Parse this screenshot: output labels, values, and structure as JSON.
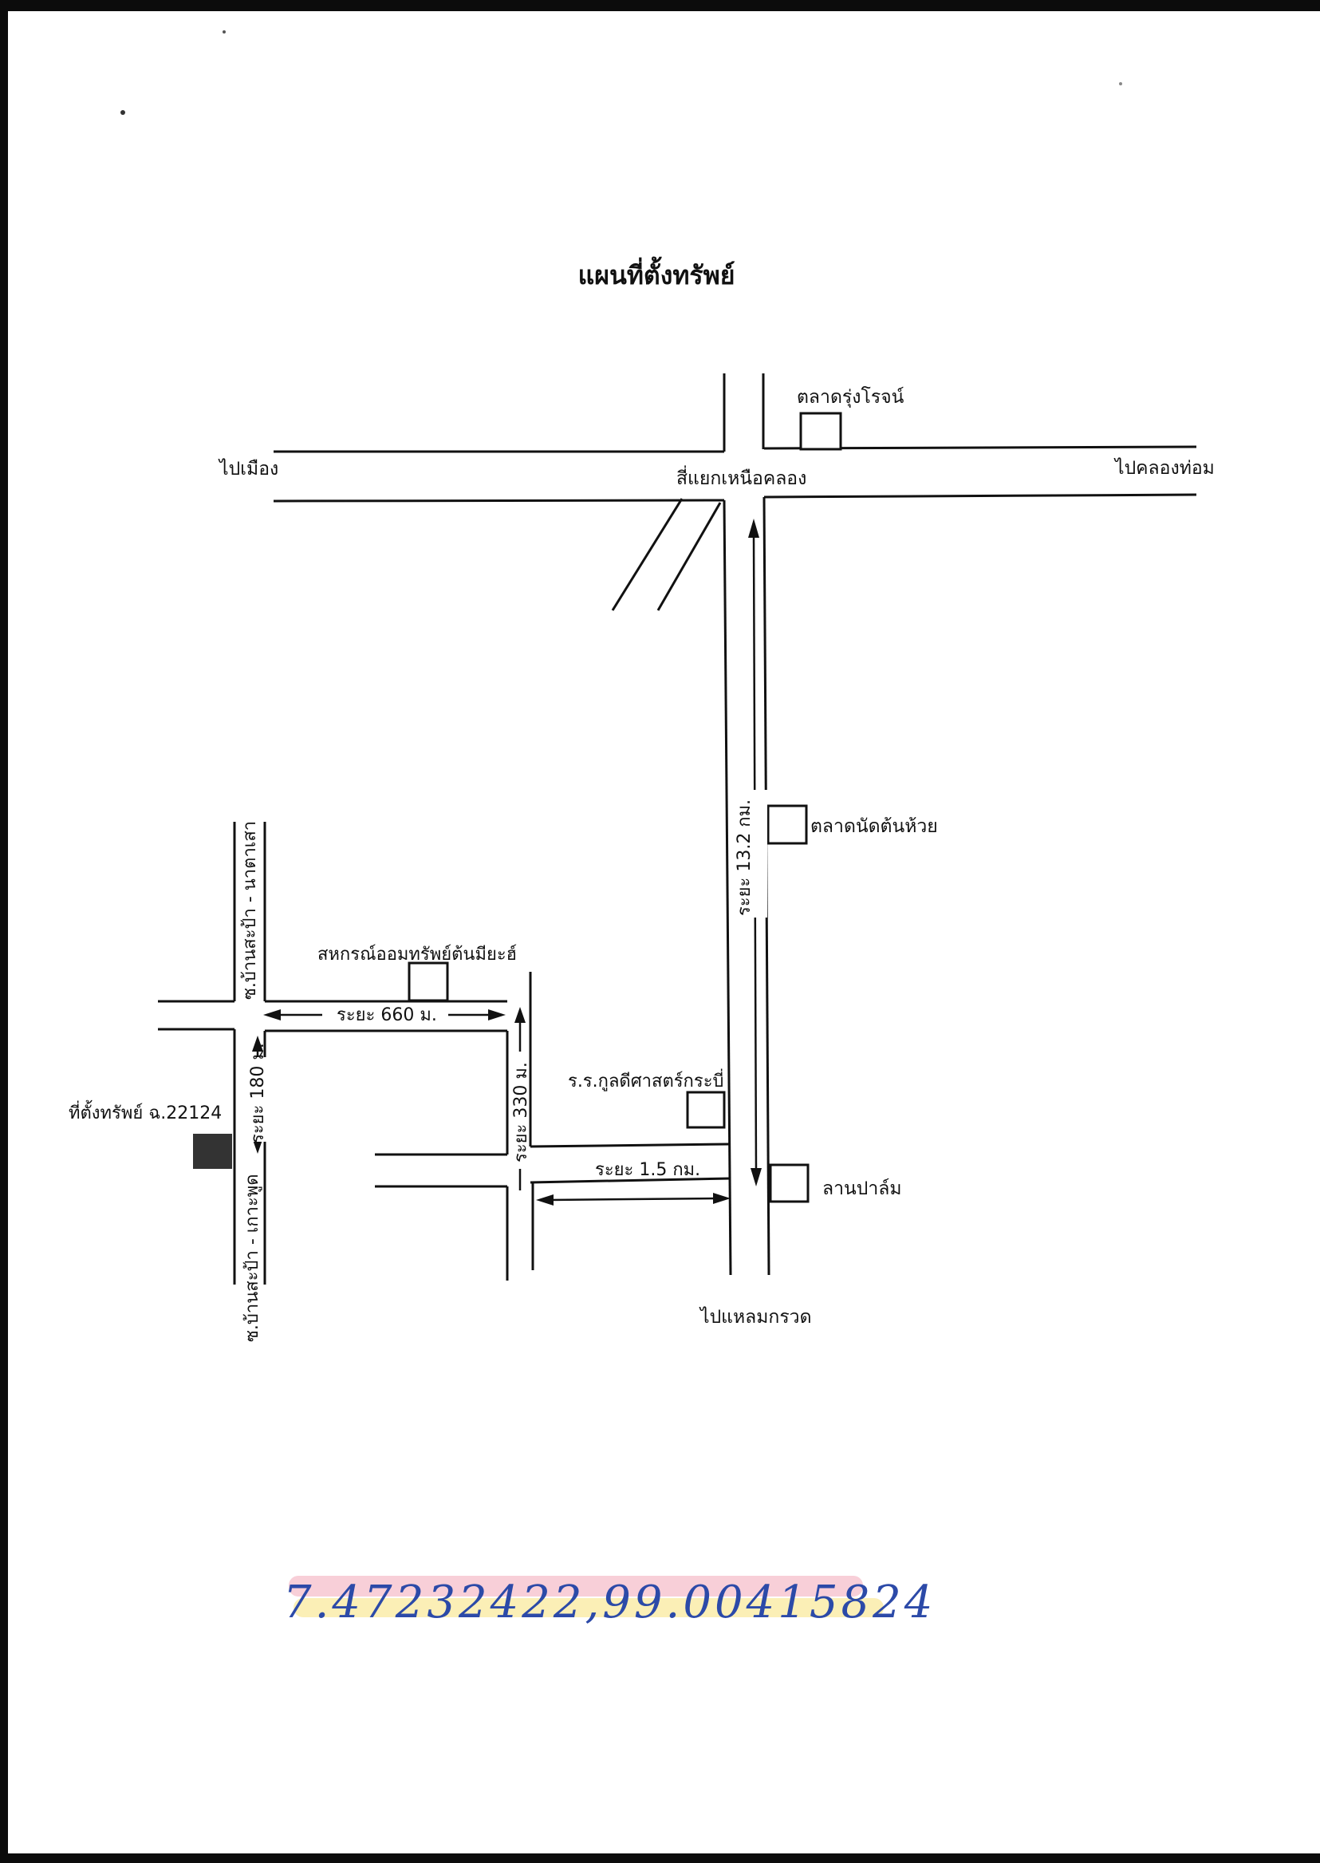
{
  "title": "แผนที่ตั้งทรัพย์",
  "roads": {
    "to_city": "ไปเมือง",
    "to_khlong_thom": "ไปคลองท่อม",
    "intersection": "สี่แยกเหนือคลอง",
    "to_laem_kruat": "ไปแหลมกรวด",
    "soi_north": "ซ.บ้านสะป้า - นาตาเสา",
    "soi_south": "ซ.บ้านสะป้า - เกาะพูด"
  },
  "landmarks": {
    "market_rung_rot": "ตลาดรุ่งโรจน์",
    "market_ton_huai": "ตลาดนัดต้นห้วย",
    "cooperative": "สหกรณ์ออมทรัพย์ต้นมียะฮ์",
    "school": "ร.ร.กูลดีศาสตร์กระบี่",
    "palm_yard": "ลานปาล์ม",
    "property": "ที่ตั้งทรัพย์ ฉ.22124"
  },
  "distances": {
    "main_road": "ระยะ 13.2 กม.",
    "d_1_5": "ระยะ 1.5 กม.",
    "d_330": "ระยะ 330 ม.",
    "d_660": "ระยะ 660 ม.",
    "d_180": "ระยะ 180 ม."
  },
  "coordinates": "7.47232422,99.00415824",
  "colors": {
    "ink": "#111111",
    "handwriting": "#2c4aa8",
    "property_marker": "#333333",
    "highlight_pink": "#f3a7b8",
    "highlight_yellow": "#f7e27a"
  }
}
